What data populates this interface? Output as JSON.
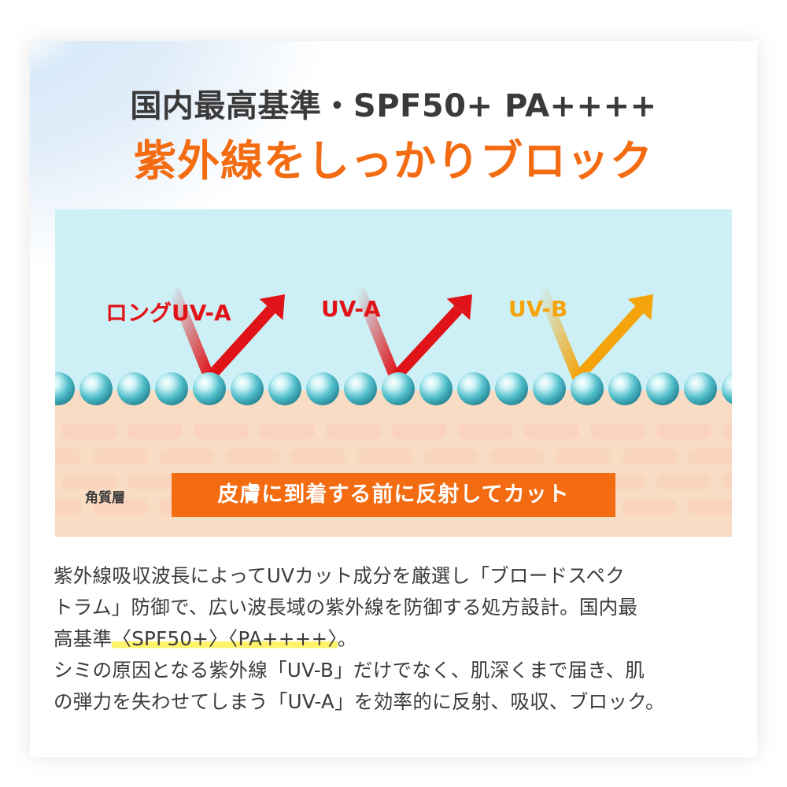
{
  "header": {
    "subtitle": "国内最高基準・SPF50+ PA++++",
    "title": "紫外線をしっかりブロック"
  },
  "diagram": {
    "rays": [
      {
        "label": "ロングUV-A",
        "color": "#e01418"
      },
      {
        "label": "UV-A",
        "color": "#e01418"
      },
      {
        "label": "UV-B",
        "color": "#f5a30a"
      }
    ],
    "layer_label": "角質層",
    "banner": "皮膚に到着する前に反射してカット",
    "colors": {
      "sky": "#cdf0f6",
      "skin": "#f9dcc4",
      "skin_cell": "#fbcbb8",
      "sphere": "#48bcc9"
    }
  },
  "description": {
    "line1": "紫外線吸収波長によってUVカット成分を厳選し「ブロードスペク",
    "line2": "トラム」防御で、広い波長域の紫外線を防御する処方設計。国内最",
    "line3_prefix": "高基準",
    "line3_highlight": "〈SPF50+〉〈PA++++〉",
    "line3_suffix": "。",
    "line4": "シミの原因となる紫外線「UV-B」だけでなく、肌深くまで届き、肌",
    "line5": "の弾力を失わせてしまう「UV-A」を効率的に反射、吸収、ブロック。"
  }
}
